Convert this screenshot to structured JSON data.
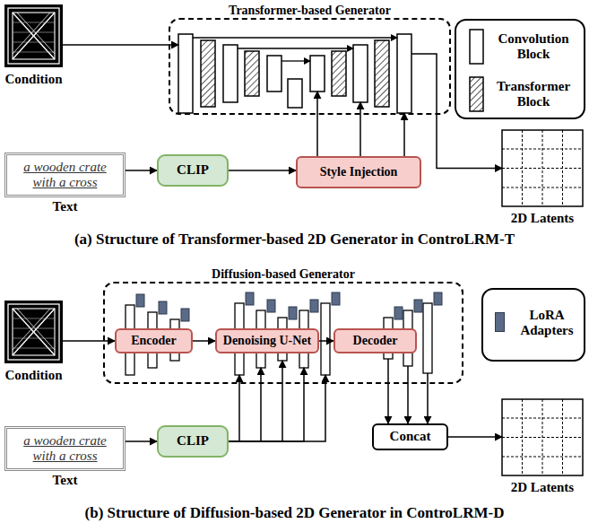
{
  "diagram": {
    "nodes": [
      {
        "text": [
          "Transformer-based Generator"
        ]
      },
      {
        "text": [
          "Condition"
        ]
      },
      {
        "text": [
          "a wooden crate with a cross",
          "Text"
        ]
      },
      {
        "text": [
          "CLIP"
        ]
      },
      {
        "text": [
          "Style Injection"
        ]
      },
      {
        "text": [
          "2D Latents"
        ]
      },
      {
        "text": [
          "Diffusion-based Generator"
        ]
      },
      {
        "text": [
          "Encoder"
        ],
        "in": 6
      },
      {
        "text": [
          "Denoising U-Net"
        ],
        "in": 6
      },
      {
        "text": [
          "Decoder"
        ],
        "in": 6
      },
      {
        "text": [
          "Condition"
        ]
      },
      {
        "text": [
          "a wooden crate with a cross",
          "Text"
        ]
      },
      {
        "text": [
          "CLIP"
        ]
      },
      {
        "text": [
          "Concat"
        ]
      },
      {
        "text": [
          "2D Latents"
        ]
      }
    ],
    "edges": [
      {
        "from": 1,
        "to": 0,
        "arrow": "to"
      },
      {
        "from": 2,
        "to": 3,
        "arrow": "to"
      },
      {
        "from": 3,
        "to": 4,
        "arrow": "to"
      },
      {
        "from": 4,
        "to": 0,
        "arrow": "to"
      },
      {
        "from": 4,
        "to": 0,
        "arrow": "to"
      },
      {
        "from": 4,
        "to": 0,
        "arrow": "to"
      },
      {
        "from": 0,
        "to": 5,
        "arrow": "to"
      },
      {
        "from": 10,
        "to": 7,
        "arrow": "to"
      },
      {
        "from": 7,
        "to": 8,
        "arrow": "to"
      },
      {
        "from": 8,
        "to": 9,
        "arrow": "to"
      },
      {
        "from": 11,
        "to": 12,
        "arrow": "to"
      },
      {
        "from": 12,
        "to": 8,
        "arrow": "to"
      },
      {
        "from": 12,
        "to": 8,
        "arrow": "to"
      },
      {
        "from": 12,
        "to": 8,
        "arrow": "to"
      },
      {
        "from": 12,
        "to": 8,
        "arrow": "to"
      },
      {
        "from": 12,
        "to": 8,
        "arrow": "to"
      },
      {
        "from": 9,
        "to": 13,
        "arrow": "to"
      },
      {
        "from": 9,
        "to": 13,
        "arrow": "to"
      },
      {
        "from": 9,
        "to": 13,
        "arrow": "to"
      },
      {
        "from": 13,
        "to": 14,
        "arrow": "to"
      }
    ],
    "labels": [
      "(a) Structure of Transformer-based 2D Generator in ControLRM-T",
      "(b) Structure of Diffusion-based 2D Generator in ControLRM-D"
    ],
    "legend": [
      {
        "text": "Convolution Block"
      },
      {
        "text": "Transformer Block"
      },
      {
        "text": "LoRA Adapters",
        "color": "#5b6b87"
      }
    ]
  }
}
